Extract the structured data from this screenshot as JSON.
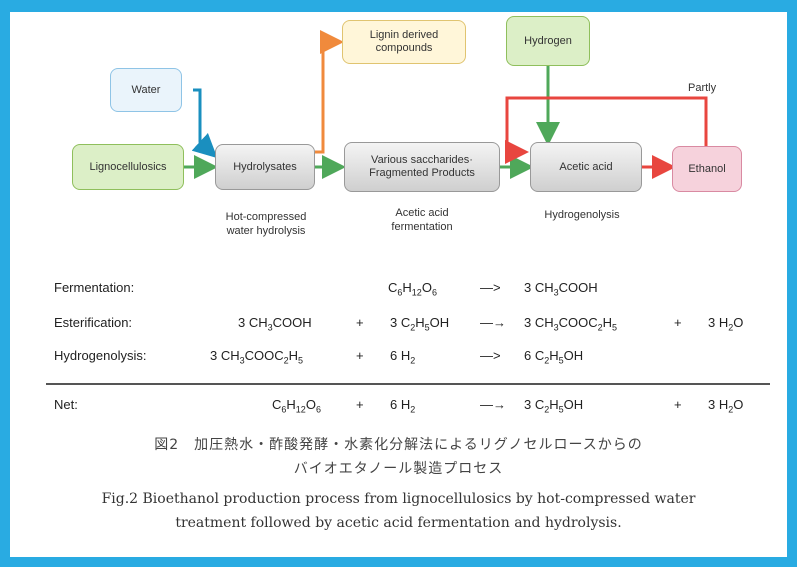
{
  "colors": {
    "border": "#29abe2",
    "teal": "#1a8fbf",
    "orange": "#f08a3c",
    "green": "#4fa85a",
    "red": "#e8463f"
  },
  "nodes": {
    "water": "Water",
    "lignocellulosics": "Lignocellulosics",
    "hydrolysates": "Hydrolysates",
    "lignin": "Lignin derived\ncompounds",
    "saccharides": "Various saccharides·\nFragmented Products",
    "hydrogen": "Hydrogen",
    "acetic": "Acetic acid",
    "ethanol": "Ethanol"
  },
  "captions": {
    "hot_water": "Hot-compressed\nwater hydrolysis",
    "fermentation": "Acetic acid\nfermentation",
    "hydrogenolysis": "Hydrogenolysis"
  },
  "edge_labels": {
    "partly": "Partly"
  },
  "equations": {
    "fermentation": {
      "label": "Fermentation:",
      "reactant1": "C6H12O6",
      "arrow": "—>",
      "product1": "3 CH3COOH"
    },
    "esterification": {
      "label": "Esterification:",
      "reactant1": "3 CH3COOH",
      "plus1": "+",
      "reactant2": "3 C2H5OH",
      "arrow": "—→",
      "product1": "3 CH3COOC2H5",
      "plus2": "+",
      "product2": "3 H2O"
    },
    "hydrogenolysis": {
      "label": "Hydrogenolysis:",
      "reactant1": "3 CH3COOC2H5",
      "plus1": "+",
      "reactant2": "6 H2",
      "arrow": "—>",
      "product1": "6 C2H5OH"
    },
    "net": {
      "label": "Net:",
      "reactant1": "C6H12O6",
      "plus1": "+",
      "reactant2": "6 H2",
      "arrow": "—→",
      "product1": "3 C2H5OH",
      "plus2": "+",
      "product2": "3 H2O"
    }
  },
  "caption_jp_1": "図2　加圧熱水・酢酸発酵・水素化分解法によるリグノセルロースからの",
  "caption_jp_2": "バイオエタノール製造プロセス",
  "caption_en_1": "Fig.2  Bioethanol production process from lignocellulosics by hot-compressed water",
  "caption_en_2": "treatment followed by acetic acid fermentation and hydrolysis."
}
